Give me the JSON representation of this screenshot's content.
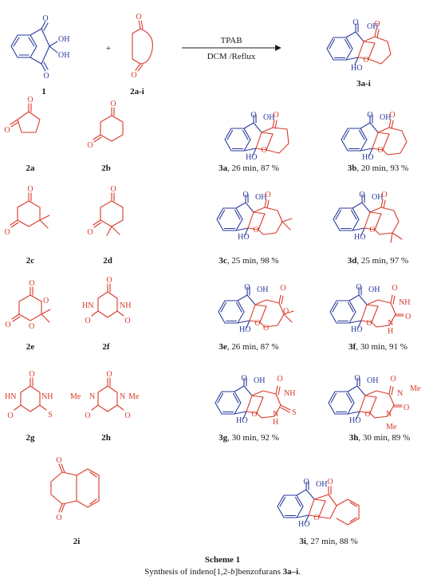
{
  "reaction": {
    "reactant1_label": "1",
    "reactant2_label": "2a-i",
    "plus": "+",
    "reagent": "TPAB",
    "conditions": "DCM /Reflux",
    "product_label": "3a-i"
  },
  "atoms": {
    "O": "O",
    "OH": "OH",
    "HO": "HO",
    "NH": "NH",
    "HN": "HN",
    "H": "H",
    "N": "N",
    "S": "S",
    "Me": "Me"
  },
  "reactants": [
    {
      "id": "2a"
    },
    {
      "id": "2b"
    },
    {
      "id": "2c"
    },
    {
      "id": "2d"
    },
    {
      "id": "2e"
    },
    {
      "id": "2f"
    },
    {
      "id": "2g"
    },
    {
      "id": "2h"
    },
    {
      "id": "2i"
    }
  ],
  "products": [
    {
      "id": "3a",
      "details": ", 26 min, 87 %"
    },
    {
      "id": "3b",
      "details": ", 20 min, 93 %"
    },
    {
      "id": "3c",
      "details": ", 25 min, 98 %"
    },
    {
      "id": "3d",
      "details": ", 25 min, 97 %"
    },
    {
      "id": "3e",
      "details": ", 26 min, 87 %"
    },
    {
      "id": "3f",
      "details": ", 30 min, 91 %"
    },
    {
      "id": "3g",
      "details": ", 30 min, 92 %"
    },
    {
      "id": "3h",
      "details": ", 30 min, 89 %"
    },
    {
      "id": "3i",
      "details": ", 27 min, 88 %"
    }
  ],
  "caption": {
    "title": "Scheme 1",
    "text_before": "Synthesis of indeno[1,2-",
    "text_italic": "b",
    "text_after": "]benzofurans ",
    "compounds": "3a–i",
    "period": "."
  },
  "colors": {
    "indane_part": "#2a3a9c",
    "dione_part": "#d83a2a",
    "text": "#1a1a1a"
  }
}
